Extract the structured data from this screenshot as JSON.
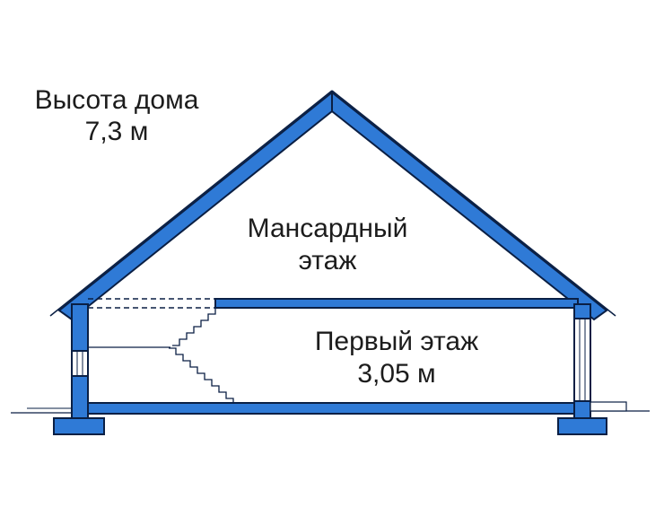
{
  "labels": {
    "house_height_title": "Высота дома",
    "house_height_value": "7,3 м",
    "attic_line1": "Мансардный",
    "attic_line2": "этаж",
    "first_floor_line1": "Первый этаж",
    "first_floor_line2": "3,05 м"
  },
  "colors": {
    "structure_fill": "#2f7ad6",
    "outline": "#0a1f44",
    "text": "#1c1c1c",
    "background": "#ffffff"
  }
}
